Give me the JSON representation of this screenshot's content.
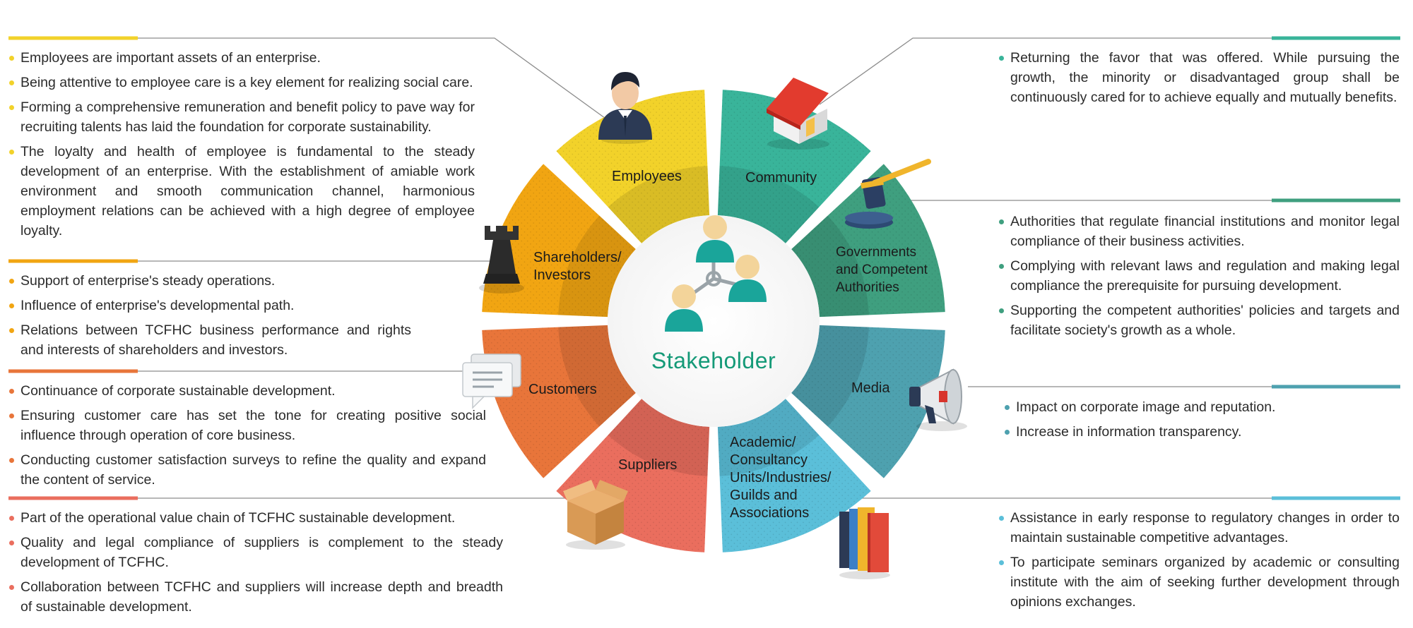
{
  "center": {
    "title": "Stakeholder"
  },
  "colors": {
    "employees": "#f2d22a",
    "shareholders": "#f1a512",
    "customers": "#e8753a",
    "suppliers": "#ea6e5e",
    "community": "#39b49a",
    "governments": "#3f9f7f",
    "media": "#4ea1af",
    "academic": "#5bbfd9"
  },
  "segments": {
    "employees": "Employees",
    "shareholders": [
      "Shareholders/",
      "Investors"
    ],
    "customers": "Customers",
    "suppliers": "Suppliers",
    "community": "Community",
    "governments": [
      "Governments",
      "and Competent",
      "Authorities"
    ],
    "media": "Media",
    "academic": [
      "Academic/",
      "Consultancy",
      "Units/Industries/",
      "Guilds and",
      "Associations"
    ]
  },
  "icons": {
    "employees": "businessman-icon",
    "shareholders": "chess-rook-icon",
    "customers": "speech-bubbles-icon",
    "suppliers": "cardboard-box-icon",
    "community": "house-icon",
    "governments": "gavel-icon",
    "media": "megaphone-icon",
    "academic": "books-icon",
    "center": "people-network-icon"
  },
  "blocks": {
    "employees": [
      "Employees are important assets of an enterprise.",
      "Being attentive to employee care is a key element for realizing social care.",
      "Forming a comprehensive remuneration and benefit policy to pave way for recruiting talents has laid the foundation for corporate sustainability.",
      "The loyalty and health of employee is fundamental to the steady development of an enterprise. With the establishment of amiable work environment and smooth communication channel, harmonious employment relations can be achieved with a high degree of employee loyalty."
    ],
    "shareholders": [
      "Support of enterprise's steady operations.",
      "Influence of enterprise's developmental path.",
      "Relations between TCFHC business performance and rights and interests of shareholders and investors."
    ],
    "customers": [
      "Continuance of corporate sustainable development.",
      "Ensuring customer care has set the tone for creating positive social influence through operation of core business.",
      "Conducting customer satisfaction surveys to refine the quality and expand the content of service."
    ],
    "suppliers": [
      "Part of the operational value chain of TCFHC sustainable development.",
      "Quality and legal compliance of suppliers is complement to the steady development of TCFHC.",
      "Collaboration between TCFHC and suppliers will increase depth and breadth of sustainable development."
    ],
    "community": [
      "Returning the favor that was offered. While pursuing the growth, the minority or disadvantaged group shall be continuously cared for to achieve equally and mutually benefits."
    ],
    "governments": [
      "Authorities that regulate financial institutions and monitor legal compliance of their business activities.",
      "Complying with relevant laws and regulation and making legal compliance the prerequisite for pursuing development.",
      "Supporting the competent authorities' policies and targets and facilitate society's growth as a whole."
    ],
    "media": [
      "Impact on corporate image and reputation.",
      "Increase in information transparency."
    ],
    "academic": [
      "Assistance in early response to regulatory changes in order to maintain sustainable competitive advantages.",
      "To participate seminars organized by academic or consulting institute with the aim of seeking further development through opinions exchanges."
    ]
  }
}
